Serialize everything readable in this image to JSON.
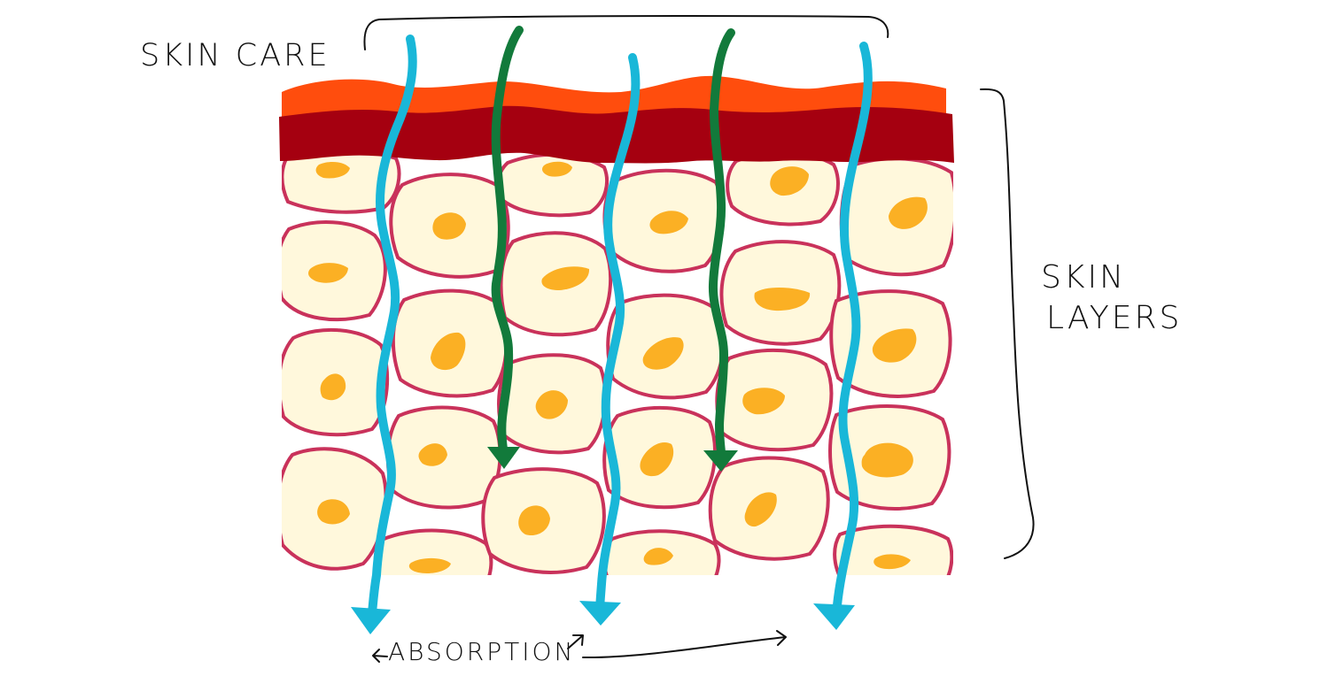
{
  "labels": {
    "skin_care": "SKIN CARE",
    "skin_layers_line1": "SKIN",
    "skin_layers_line2": "LAYERS",
    "absorption": "ABSORPTION"
  },
  "colors": {
    "background": "#ffffff",
    "outer_layer": "#ff4d0d",
    "inner_layer": "#a50010",
    "cell_fill": "#fff8dc",
    "cell_border": "#c9325b",
    "nucleus": "#fbb024",
    "arrow_blue": "#19b7d8",
    "arrow_green": "#127a3b",
    "ink": "#111111"
  },
  "icons": {
    "absorption_left_arrow": "arrow-left-icon",
    "absorption_right_arrow": "arrow-right-icon"
  }
}
